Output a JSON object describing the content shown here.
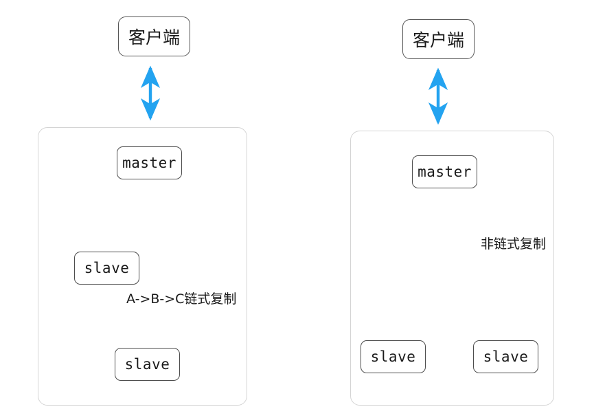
{
  "diagram": {
    "background_color": "#ffffff",
    "arrow_color": "#23a3f0",
    "node_border_color": "#4d4d4d",
    "group_border_color": "#d4d4d4",
    "left": {
      "client_label": "客户端",
      "master_label": "master",
      "slave_1_label": "slave",
      "slave_2_label": "slave",
      "edge_label": "A->B->C链式复制"
    },
    "right": {
      "client_label": "客户端",
      "master_label": "master",
      "slave_1_label": "slave",
      "slave_2_label": "slave",
      "edge_label": "非链式复制"
    }
  }
}
